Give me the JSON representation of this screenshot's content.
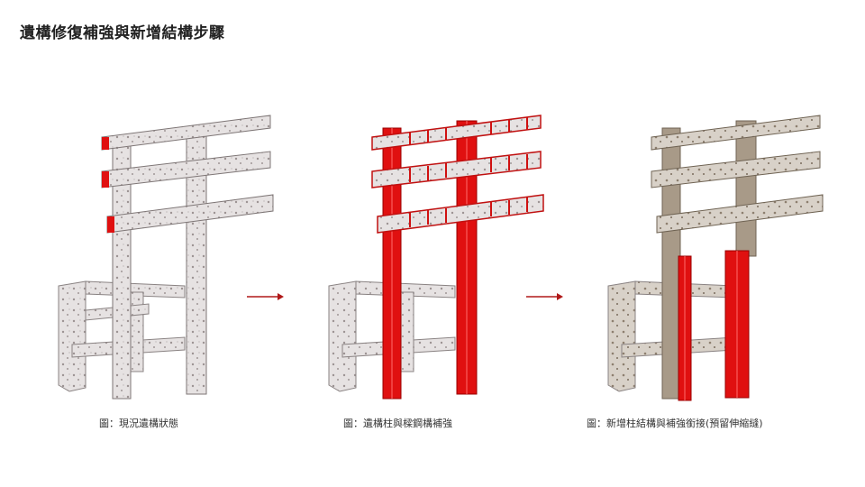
{
  "page": {
    "title": "遺構修復補強與新增結構步驟"
  },
  "steps": [
    {
      "caption": "圖：現況遺構狀態",
      "highlight": "none"
    },
    {
      "caption": "圖：遺構柱與樑鋼構補強",
      "highlight": "steel-reinforcement"
    },
    {
      "caption": "圖：新增柱結構與補強銜接(預留伸縮縫)",
      "highlight": "new-columns"
    }
  ],
  "colors": {
    "structure_light": "#e8e4e4",
    "structure_shade": "#bdb5b5",
    "structure_dark": "#7e7676",
    "weathered": "#a89a88",
    "steel_red": "#e01010",
    "arrow_red": "#b01818"
  }
}
